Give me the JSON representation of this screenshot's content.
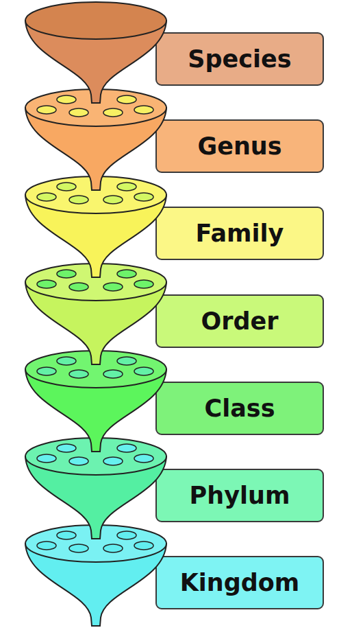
{
  "diagram": {
    "nodes": [
      {
        "text": [
          "Species"
        ]
      },
      {
        "text": [
          "Genus"
        ]
      },
      {
        "text": [
          "Family"
        ]
      },
      {
        "text": [
          "Order"
        ]
      },
      {
        "text": [
          "Class"
        ]
      },
      {
        "text": [
          "Phylum"
        ]
      },
      {
        "text": [
          "Kingdom"
        ]
      }
    ]
  }
}
